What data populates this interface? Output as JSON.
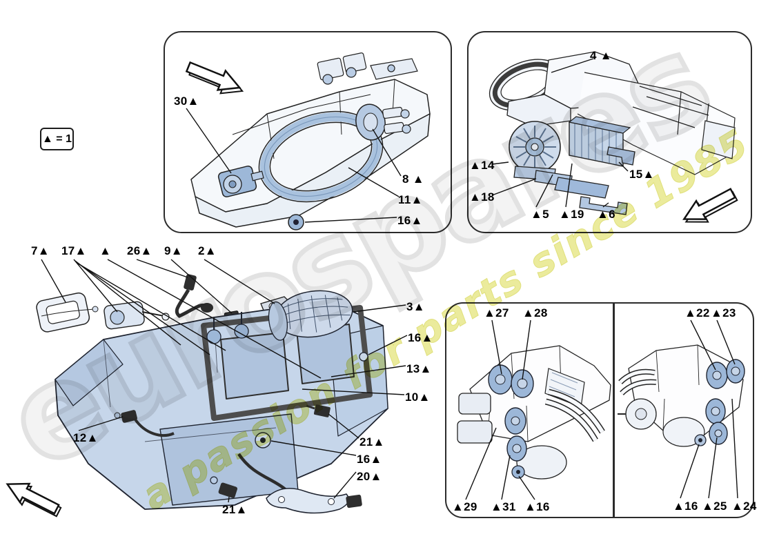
{
  "legend": {
    "label": "▲ = 1"
  },
  "watermark": {
    "logo_text": "eurospares",
    "tagline_text": "a passion for parts since 1985",
    "logo_color": "#e2e2e2",
    "tagline_color": "#ebeb9c"
  },
  "colors": {
    "part_blue": "#9cb7d8",
    "part_blue_light": "#c6d6ea",
    "line": "#222222",
    "panel_border": "#2b2b2b"
  },
  "icons": {
    "direction_arrow": "hollow-block-arrow"
  },
  "diagram": {
    "top_assembly_panel": {
      "title": "evaporator unit top view",
      "callouts": [
        "30▲",
        "8 ▲",
        "11▲",
        "16▲"
      ]
    },
    "blower_panel": {
      "title": "blower and heater exploded view",
      "callouts": [
        "4 ▲",
        "▲14",
        "▲18",
        "▲5",
        "▲19",
        "▲6",
        "15▲"
      ]
    },
    "main_assembly": {
      "title": "evaporator unit main exploded view",
      "callouts": [
        "7▲",
        "17▲",
        "▲",
        "26▲",
        "9▲",
        "2▲",
        "3▲",
        "16▲",
        "13▲",
        "10▲",
        "21▲",
        "12▲",
        "16▲",
        "20▲",
        "21▲"
      ]
    },
    "actuator_panel_left": {
      "title": "actuators left view",
      "callouts": [
        "▲27",
        "▲28",
        "▲29",
        "▲31",
        "▲16"
      ]
    },
    "actuator_panel_right": {
      "title": "actuators right view",
      "callouts": [
        "▲22",
        "▲23",
        "▲16",
        "▲25",
        "▲24"
      ]
    }
  }
}
